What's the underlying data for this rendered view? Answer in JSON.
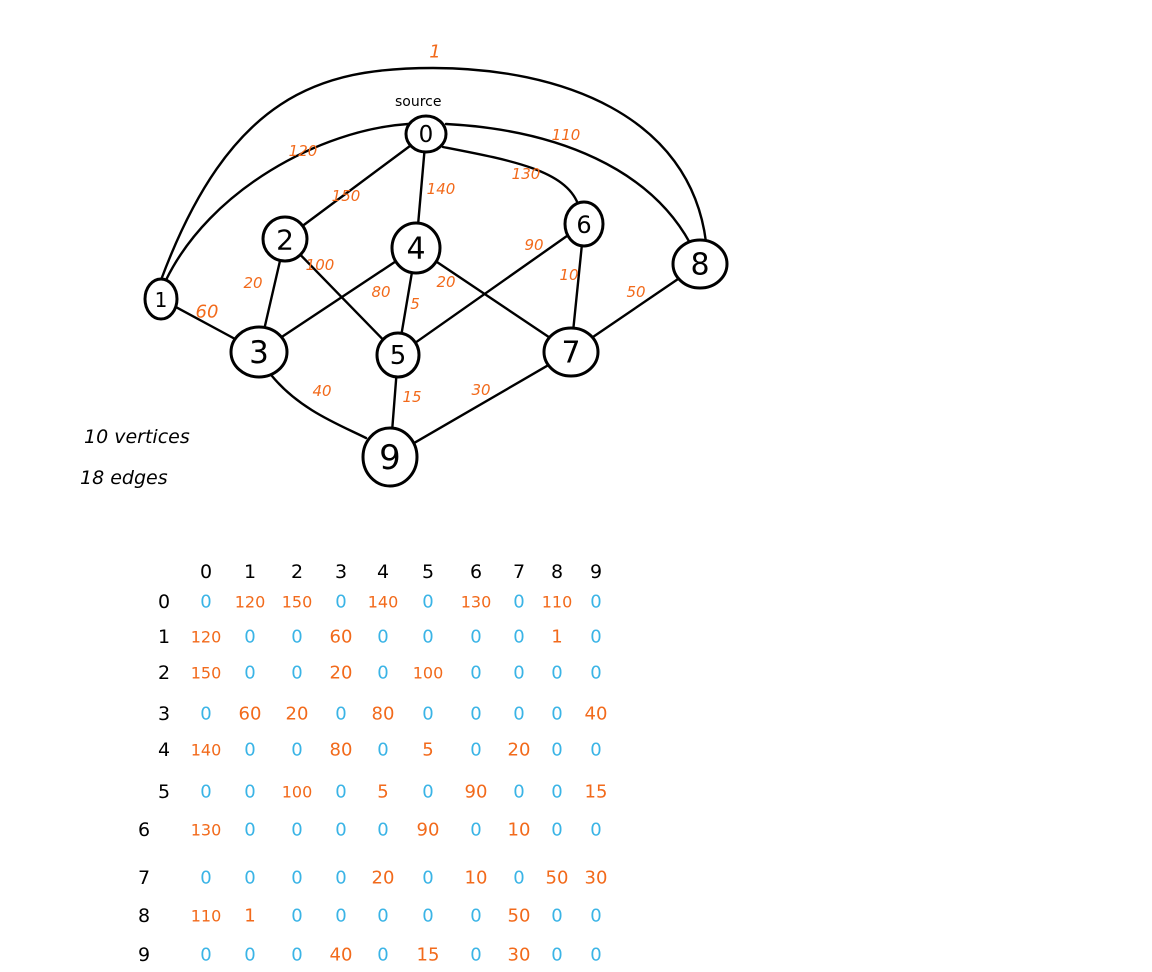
{
  "colors": {
    "ink": "#000000",
    "weight": "#f26a1b",
    "zero": "#3ab4e6",
    "background": "#ffffff"
  },
  "graph": {
    "source_label": "source",
    "vertices": [
      {
        "id": "0",
        "label": "0"
      },
      {
        "id": "1",
        "label": "1"
      },
      {
        "id": "2",
        "label": "2"
      },
      {
        "id": "3",
        "label": "3"
      },
      {
        "id": "4",
        "label": "4"
      },
      {
        "id": "5",
        "label": "5"
      },
      {
        "id": "6",
        "label": "6"
      },
      {
        "id": "7",
        "label": "7"
      },
      {
        "id": "8",
        "label": "8"
      },
      {
        "id": "9",
        "label": "9"
      }
    ],
    "edges": [
      {
        "from": "1",
        "to": "8",
        "weight": "1"
      },
      {
        "from": "0",
        "to": "1",
        "weight": "120"
      },
      {
        "from": "0",
        "to": "2",
        "weight": "150"
      },
      {
        "from": "0",
        "to": "4",
        "weight": "140"
      },
      {
        "from": "0",
        "to": "6",
        "weight": "130"
      },
      {
        "from": "0",
        "to": "8",
        "weight": "110"
      },
      {
        "from": "1",
        "to": "3",
        "weight": "60"
      },
      {
        "from": "2",
        "to": "3",
        "weight": "20"
      },
      {
        "from": "2",
        "to": "5",
        "weight": "100"
      },
      {
        "from": "3",
        "to": "4",
        "weight": "80"
      },
      {
        "from": "3",
        "to": "9",
        "weight": "40"
      },
      {
        "from": "4",
        "to": "5",
        "weight": "5"
      },
      {
        "from": "4",
        "to": "7",
        "weight": "20"
      },
      {
        "from": "5",
        "to": "6",
        "weight": "90"
      },
      {
        "from": "6",
        "to": "7",
        "weight": "10"
      },
      {
        "from": "7",
        "to": "8",
        "weight": "50"
      },
      {
        "from": "5",
        "to": "9",
        "weight": "15"
      },
      {
        "from": "7",
        "to": "9",
        "weight": "30"
      }
    ]
  },
  "notes": {
    "vertices_count": "10 vertices",
    "edges_count": "18 edges"
  },
  "matrix": {
    "col_headers": [
      "0",
      "1",
      "2",
      "3",
      "4",
      "5",
      "6",
      "7",
      "8",
      "9"
    ],
    "rows": [
      {
        "label": "0",
        "cells": [
          "0",
          "120",
          "150",
          "0",
          "140",
          "0",
          "130",
          "0",
          "110",
          "0"
        ]
      },
      {
        "label": "1",
        "cells": [
          "120",
          "0",
          "0",
          "60",
          "0",
          "0",
          "0",
          "0",
          "1",
          "0"
        ]
      },
      {
        "label": "2",
        "cells": [
          "150",
          "0",
          "0",
          "20",
          "0",
          "100",
          "0",
          "0",
          "0",
          "0"
        ]
      },
      {
        "label": "3",
        "cells": [
          "0",
          "60",
          "20",
          "0",
          "80",
          "0",
          "0",
          "0",
          "0",
          "40"
        ]
      },
      {
        "label": "4",
        "cells": [
          "140",
          "0",
          "0",
          "80",
          "0",
          "5",
          "0",
          "20",
          "0",
          "0"
        ]
      },
      {
        "label": "5",
        "cells": [
          "0",
          "0",
          "100",
          "0",
          "5",
          "0",
          "90",
          "0",
          "0",
          "15"
        ]
      },
      {
        "label": "6",
        "cells": [
          "130",
          "0",
          "0",
          "0",
          "0",
          "90",
          "0",
          "10",
          "0",
          "0"
        ]
      },
      {
        "label": "7",
        "cells": [
          "0",
          "0",
          "0",
          "0",
          "20",
          "0",
          "10",
          "0",
          "50",
          "30"
        ]
      },
      {
        "label": "8",
        "cells": [
          "110",
          "1",
          "0",
          "0",
          "0",
          "0",
          "0",
          "50",
          "0",
          "0"
        ]
      },
      {
        "label": "9",
        "cells": [
          "0",
          "0",
          "0",
          "40",
          "0",
          "15",
          "0",
          "30",
          "0",
          "0"
        ]
      }
    ]
  }
}
